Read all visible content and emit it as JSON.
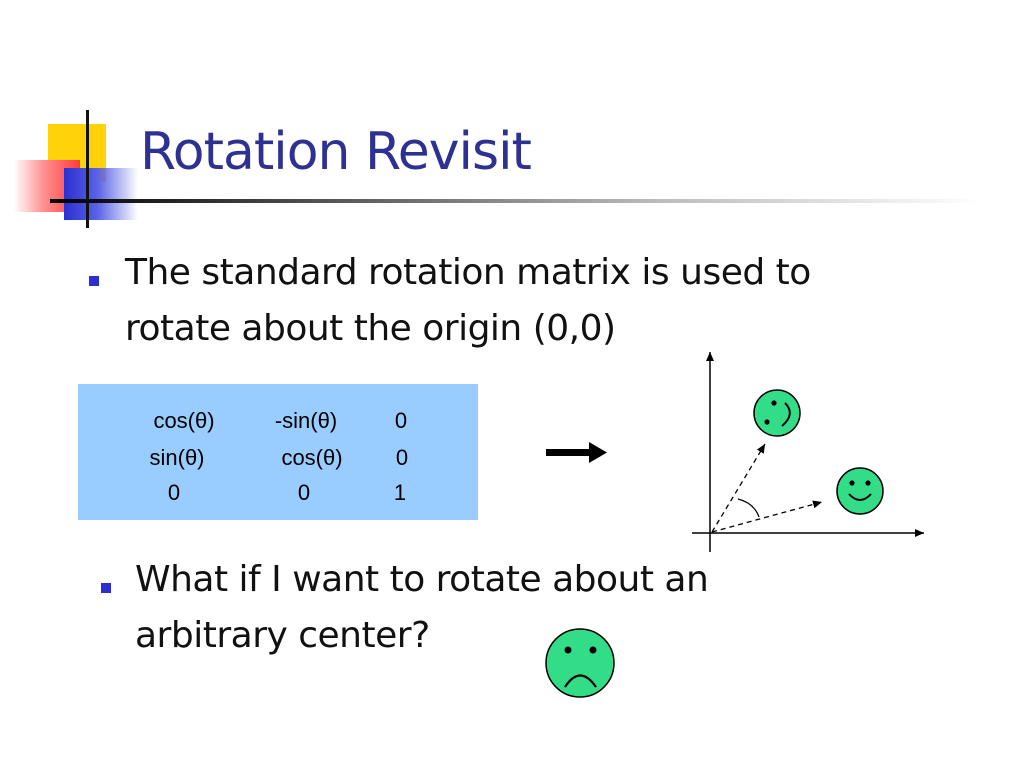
{
  "slide": {
    "title": "Rotation Revisit",
    "bullets": [
      {
        "lines": [
          "The standard rotation matrix is used to",
          "rotate about the origin (0,0)"
        ]
      },
      {
        "lines": [
          "What if I want to rotate about an",
          "arbitrary center?"
        ]
      }
    ]
  },
  "matrix": {
    "rows": [
      [
        "cos(θ)",
        "-sin(θ)",
        "0"
      ],
      [
        "sin(θ)",
        "cos(θ)",
        "0"
      ],
      [
        "0",
        "0",
        "1"
      ]
    ]
  },
  "colors": {
    "title": "#2f3192",
    "bullet": "#2b2fd0",
    "matrix_background": "#99ccff",
    "face_fill": "#33dd88"
  },
  "icons": [
    "right-arrow-icon",
    "smiley-face-icon",
    "rotated-smiley-face-icon",
    "sad-face-icon"
  ]
}
